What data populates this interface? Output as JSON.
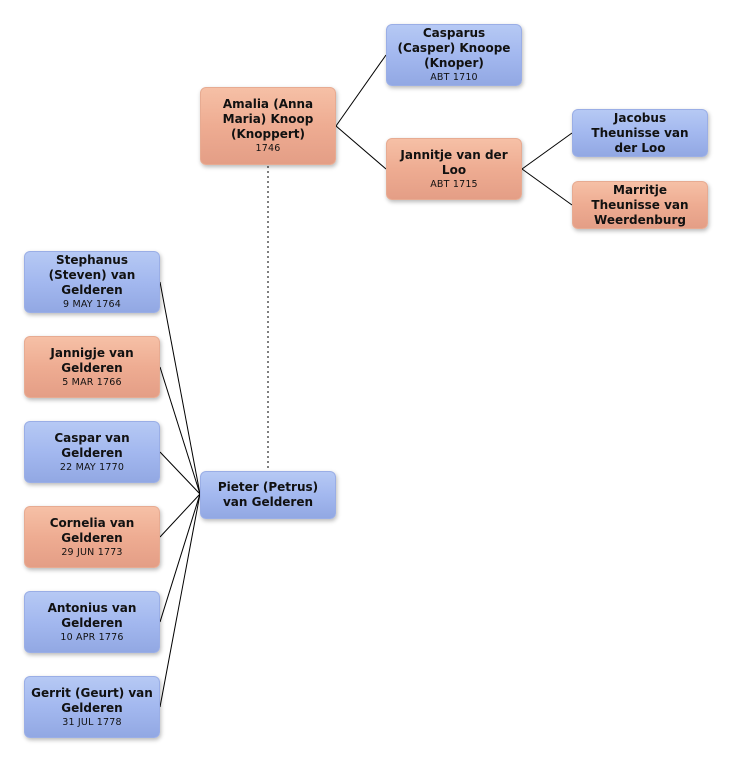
{
  "people": {
    "casparus": {
      "name": "Casparus (Casper) Knoope (Knoper)",
      "date": "ABT 1710",
      "gender": "male"
    },
    "amalia": {
      "name": "Amalia (Anna Maria) Knoop (Knoppert)",
      "date": "1746",
      "gender": "female"
    },
    "jannitje": {
      "name": "Jannitje van der Loo",
      "date": "ABT 1715",
      "gender": "female"
    },
    "jacobus": {
      "name": "Jacobus Theunisse van der Loo",
      "date": "",
      "gender": "male"
    },
    "marritje": {
      "name": "Marritje Theunisse van Weerdenburg",
      "date": "",
      "gender": "female"
    },
    "pieter": {
      "name": "Pieter (Petrus) van Gelderen",
      "date": "",
      "gender": "male"
    },
    "stephanus": {
      "name": "Stephanus (Steven) van Gelderen",
      "date": "9 MAY 1764",
      "gender": "male"
    },
    "jannigje": {
      "name": "Jannigje van Gelderen",
      "date": "5 MAR 1766",
      "gender": "female"
    },
    "caspar": {
      "name": "Caspar van Gelderen",
      "date": "22 MAY 1770",
      "gender": "male"
    },
    "cornelia": {
      "name": "Cornelia van Gelderen",
      "date": "29 JUN 1773",
      "gender": "female"
    },
    "antonius": {
      "name": "Antonius van Gelderen",
      "date": "10 APR 1776",
      "gender": "male"
    },
    "gerrit": {
      "name": "Gerrit (Geurt) van Gelderen",
      "date": "31 JUL 1778",
      "gender": "male"
    }
  },
  "colors": {
    "male": "#a3b8ef",
    "female": "#eeac92",
    "line": "#000000",
    "spouse_line": "#555555"
  }
}
